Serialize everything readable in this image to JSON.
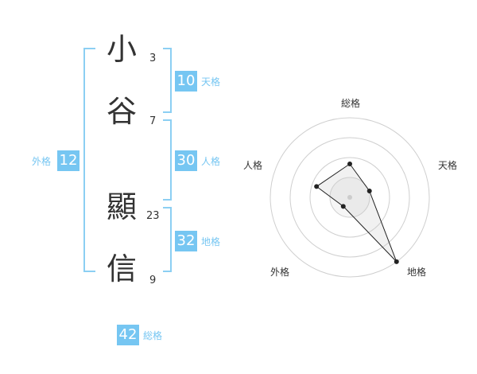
{
  "name": {
    "chars": [
      {
        "char": "小",
        "strokes": "3"
      },
      {
        "char": "谷",
        "strokes": "7"
      },
      {
        "char": "顯",
        "strokes": "23"
      },
      {
        "char": "信",
        "strokes": "9"
      }
    ]
  },
  "kaku": {
    "tenkaku": {
      "value": "10",
      "label": "天格"
    },
    "jinkaku": {
      "value": "30",
      "label": "人格"
    },
    "chikaku": {
      "value": "32",
      "label": "地格"
    },
    "gaikaku": {
      "value": "12",
      "label": "外格"
    },
    "soukaku": {
      "value": "42",
      "label": "総格"
    }
  },
  "radar": {
    "labels": {
      "top": "総格",
      "right": "天格",
      "bottom_right": "地格",
      "bottom_left": "外格",
      "left": "人格"
    },
    "values": {
      "soukaku": 0.42,
      "tenkaku": 0.26,
      "chikaku": 1.0,
      "gaikaku": 0.14,
      "jinkaku": 0.44
    },
    "rings": 4
  },
  "colors": {
    "accent": "#76c6f2",
    "bracket": "#8ccff3",
    "text": "#333333"
  }
}
